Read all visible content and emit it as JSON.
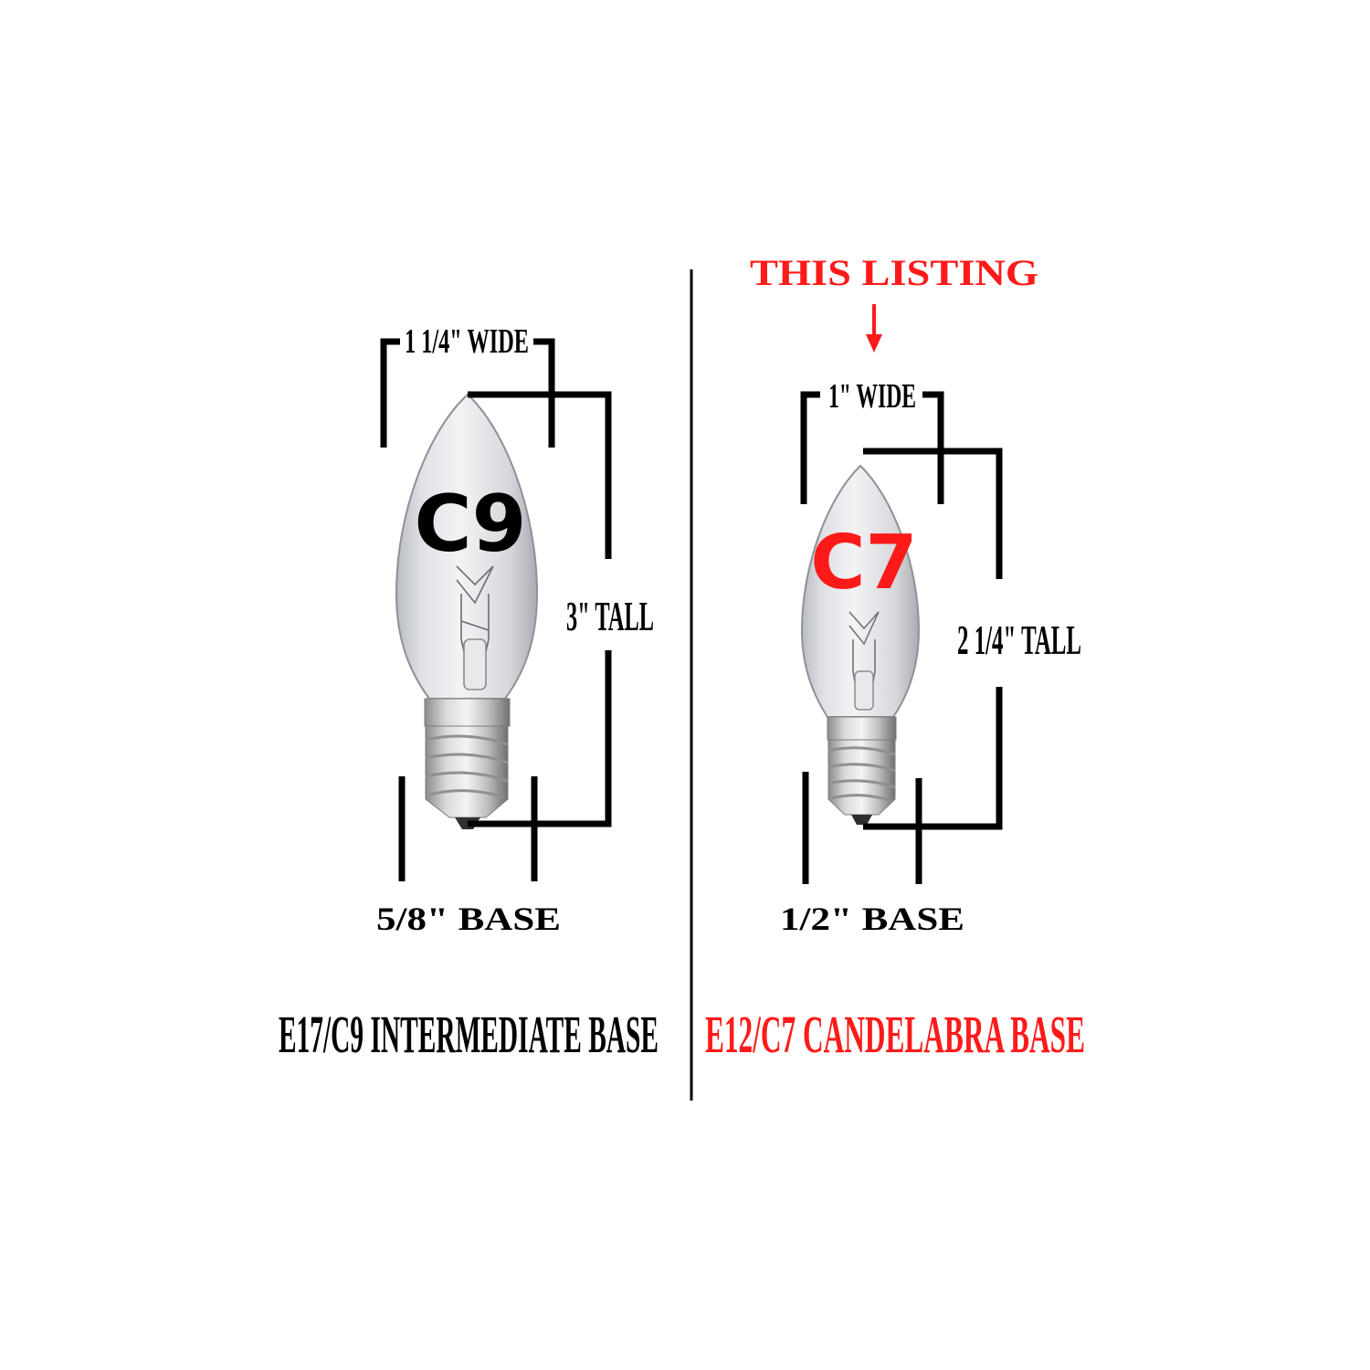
{
  "left": {
    "width_label": "1 1/4\" WIDE",
    "height_label": "3\" TALL",
    "base_label": "5/8\" BASE",
    "bulb_name": "C9",
    "caption": "E17/C9 INTERMEDIATE BASE",
    "text_color": "#000000"
  },
  "right": {
    "callout": "THIS LISTING",
    "width_label": "1\" WIDE",
    "height_label": "2 1/4\" TALL",
    "base_label": "1/2\" BASE",
    "bulb_name": "C7",
    "caption": "E12/C7 CANDELABRA BASE",
    "text_color": "#ff1a1a"
  },
  "colors": {
    "highlight": "#ff1a1a",
    "lines": "#000000",
    "background": "#ffffff"
  }
}
